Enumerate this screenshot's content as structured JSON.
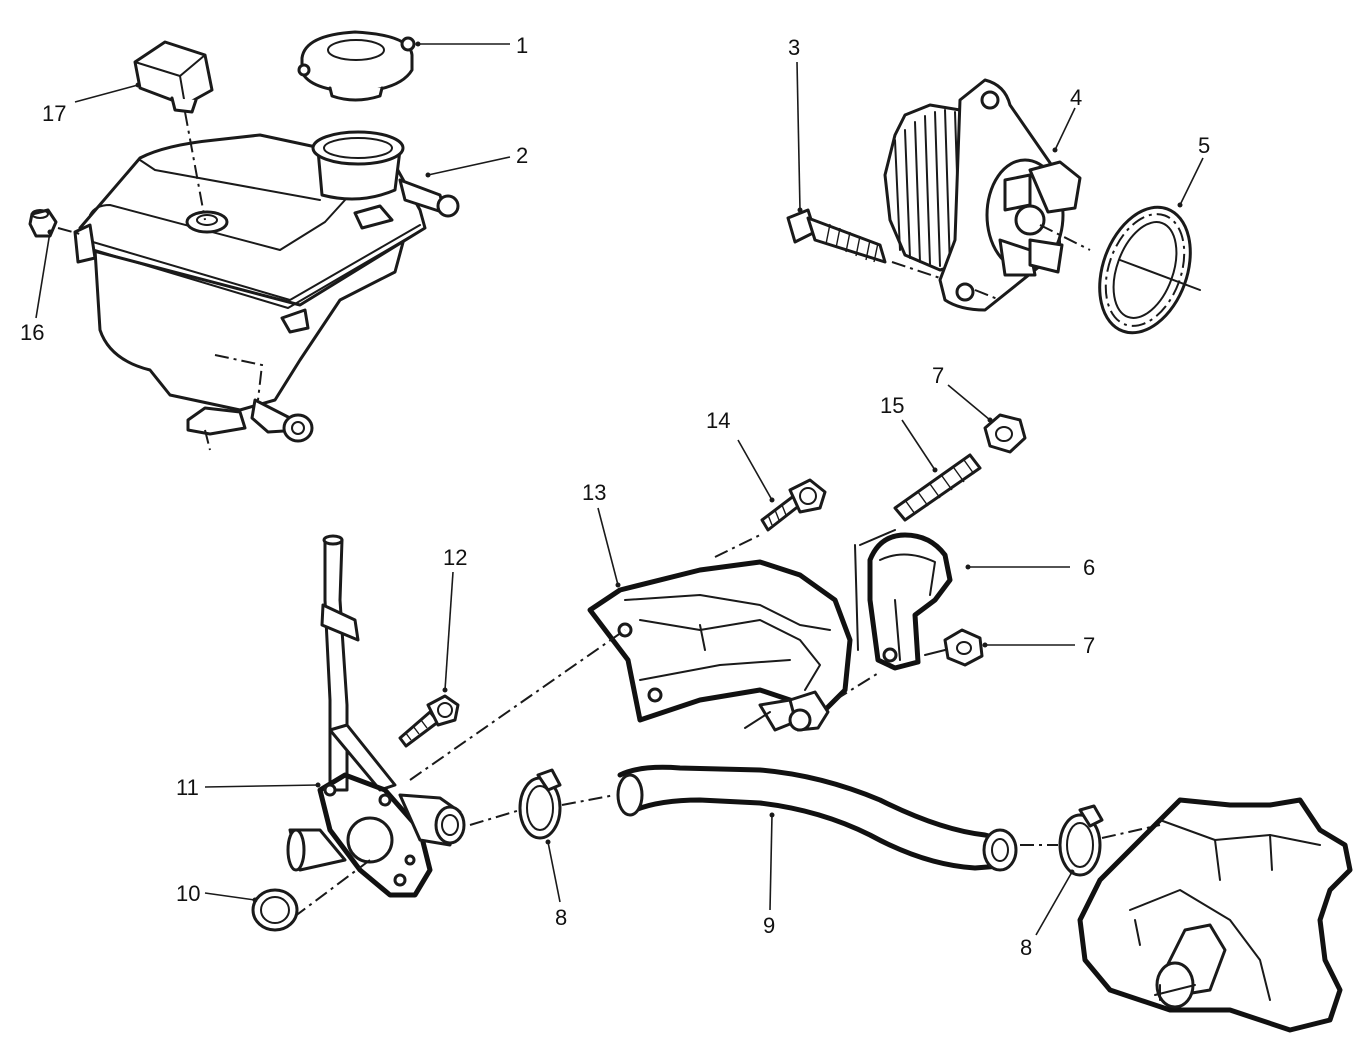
{
  "diagram": {
    "callouts": [
      {
        "label": "1"
      },
      {
        "label": "2"
      },
      {
        "label": "3"
      },
      {
        "label": "4"
      },
      {
        "label": "5"
      },
      {
        "label": "6"
      },
      {
        "label": "7"
      },
      {
        "label": "7"
      },
      {
        "label": "8"
      },
      {
        "label": "8"
      },
      {
        "label": "9"
      },
      {
        "label": "10"
      },
      {
        "label": "11"
      },
      {
        "label": "12"
      },
      {
        "label": "13"
      },
      {
        "label": "14"
      },
      {
        "label": "15"
      },
      {
        "label": "16"
      },
      {
        "label": "17"
      }
    ]
  }
}
